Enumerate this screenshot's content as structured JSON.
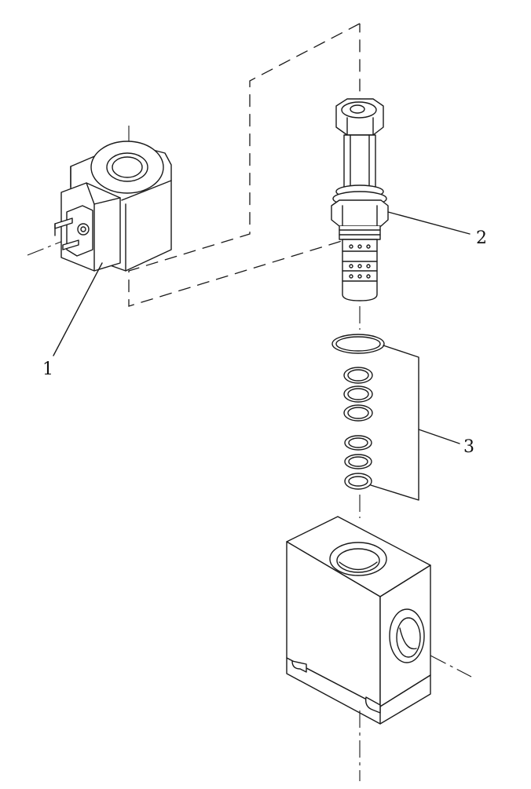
{
  "callouts": [
    {
      "id": "1",
      "label": "1",
      "part": "solenoid-coil"
    },
    {
      "id": "2",
      "label": "2",
      "part": "cartridge-valve"
    },
    {
      "id": "3",
      "label": "3",
      "part": "seal-kit"
    }
  ],
  "colors": {
    "line": "#1a1a1a",
    "background": "#ffffff"
  }
}
